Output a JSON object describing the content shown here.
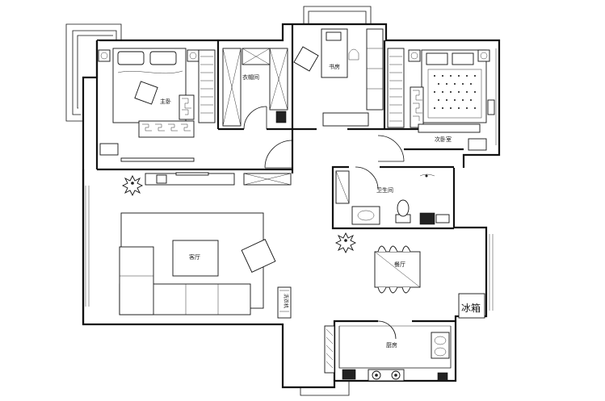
{
  "rooms": {
    "master_bedroom": "主卧",
    "walk_in_closet": "衣帽间",
    "study": "书房",
    "second_bedroom": "次卧室",
    "bathroom": "卫生间",
    "living_room": "客厅",
    "dining_room": "餐厅",
    "kitchen": "厨房",
    "fridge": "冰箱",
    "laundry": "洗衣机"
  }
}
